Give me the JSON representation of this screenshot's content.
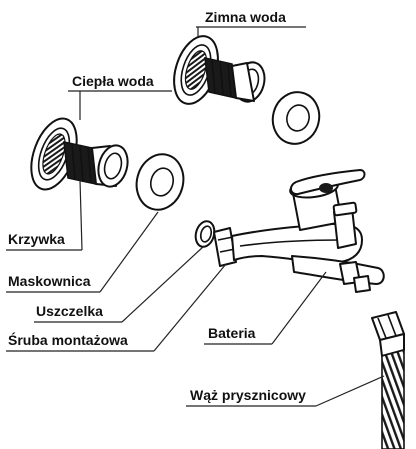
{
  "labels": {
    "zimna_woda": "Zimna woda",
    "ciepla_woda": "Ciepła woda",
    "krzywka": "Krzywka",
    "maskownica": "Maskownica",
    "uszczelka": "Uszczelka",
    "sruba_montazowa": "Śruba montażowa",
    "bateria": "Bateria",
    "waz_prysznicowy": "Wąż prysznicowy"
  }
}
